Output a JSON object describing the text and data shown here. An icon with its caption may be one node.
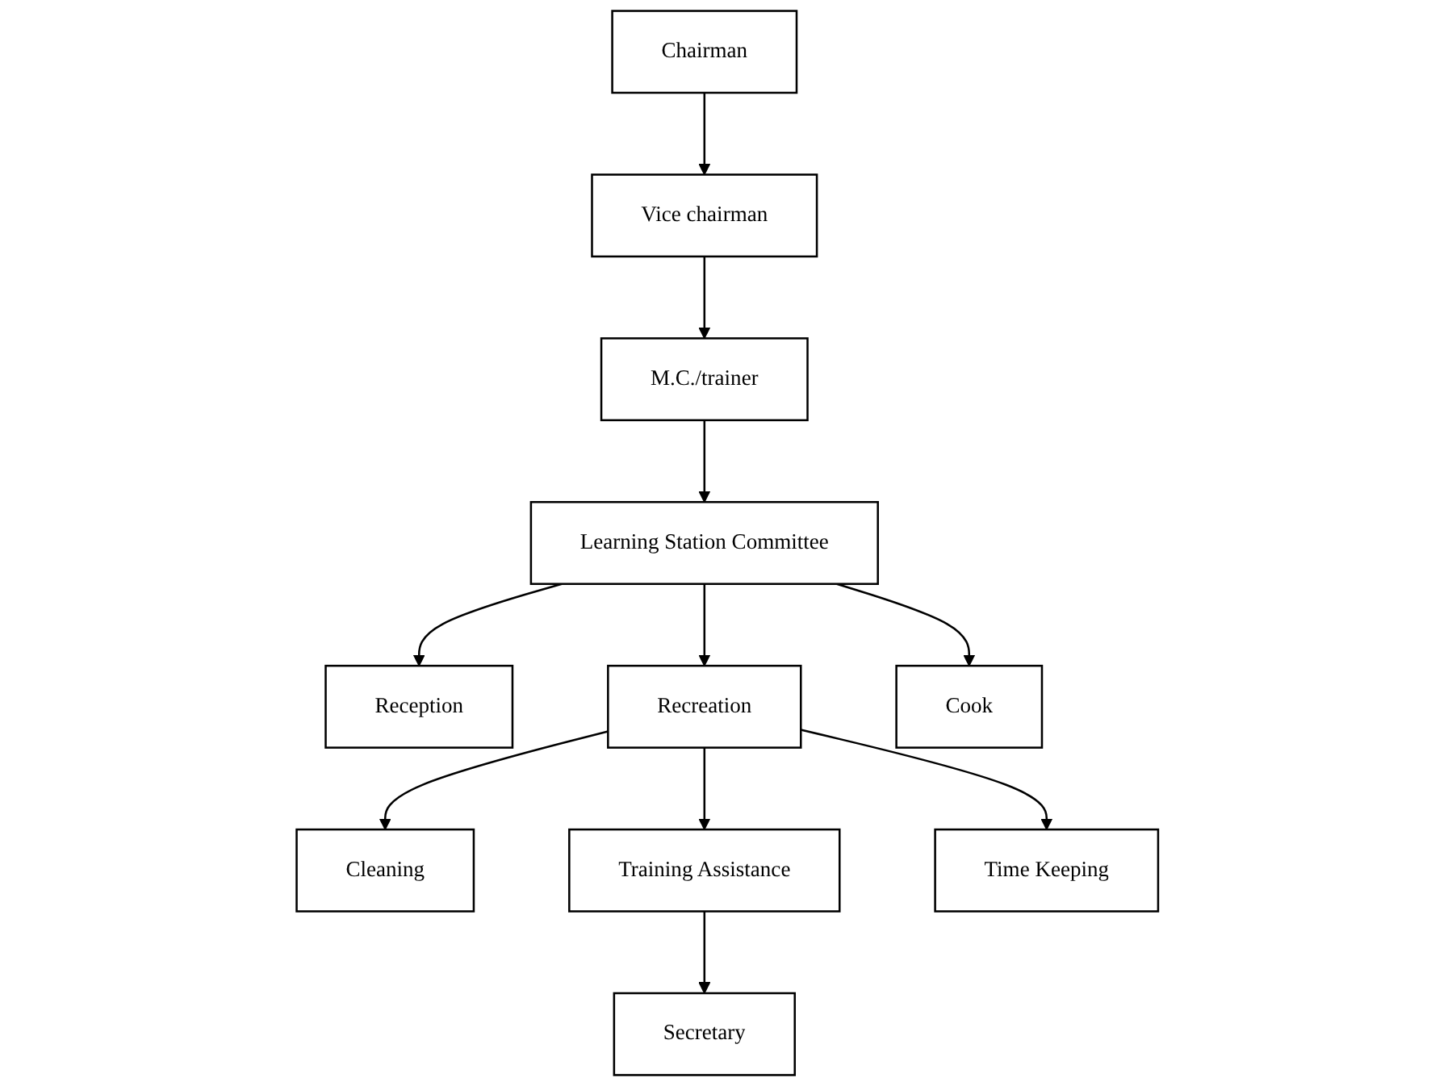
{
  "diagram": {
    "nodes": [
      {
        "text": [
          "Chairman"
        ]
      },
      {
        "text": [
          "Vice chairman"
        ]
      },
      {
        "text": [
          "M.C./trainer"
        ]
      },
      {
        "text": [
          "Learning Station Committee"
        ]
      },
      {
        "text": [
          "Reception"
        ]
      },
      {
        "text": [
          "Recreation"
        ]
      },
      {
        "text": [
          "Cook"
        ]
      },
      {
        "text": [
          "Cleaning"
        ]
      },
      {
        "text": [
          "Training Assistance"
        ]
      },
      {
        "text": [
          "Time Keeping"
        ]
      },
      {
        "text": [
          "Secretary"
        ]
      }
    ],
    "edges": [
      {
        "from": 0,
        "to": 1,
        "arrow": "to"
      },
      {
        "from": 1,
        "to": 2,
        "arrow": "to"
      },
      {
        "from": 2,
        "to": 3,
        "arrow": "to"
      },
      {
        "from": 3,
        "to": 4,
        "arrow": "to"
      },
      {
        "from": 3,
        "to": 5,
        "arrow": "to"
      },
      {
        "from": 3,
        "to": 6,
        "arrow": "to"
      },
      {
        "from": 5,
        "to": 7,
        "arrow": "to"
      },
      {
        "from": 5,
        "to": 8,
        "arrow": "to"
      },
      {
        "from": 5,
        "to": 9,
        "arrow": "to"
      },
      {
        "from": 8,
        "to": 10,
        "arrow": "to"
      }
    ]
  }
}
